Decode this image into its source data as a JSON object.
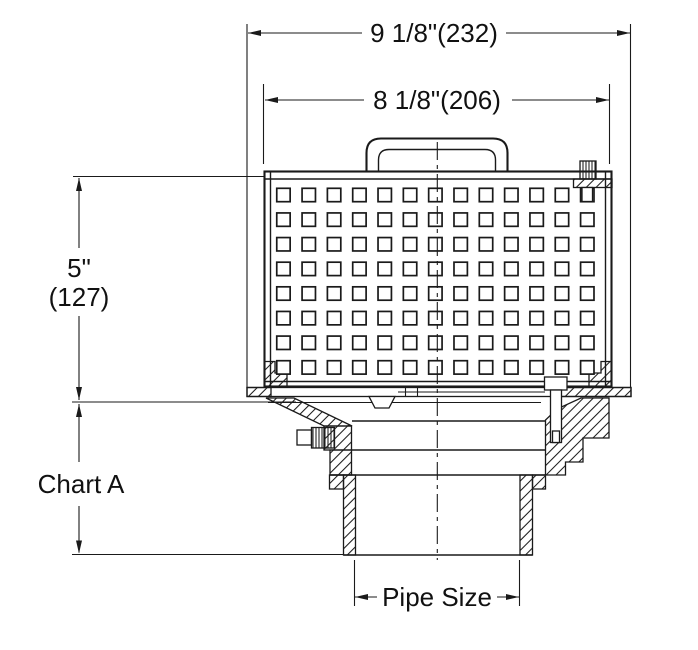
{
  "labels": {
    "overall_width": "9 1/8\"(232)",
    "upper_width": "8 1/8\"(206)",
    "body_height_in": "5\"",
    "body_height_mm": "(127)",
    "lower_height": "Chart A",
    "outlet": "Pipe Size"
  },
  "drawing": {
    "perforation_grid": {
      "rows": 8,
      "cols": 13
    }
  },
  "colors": {
    "line": "#1a1a1a",
    "background": "#ffffff"
  }
}
